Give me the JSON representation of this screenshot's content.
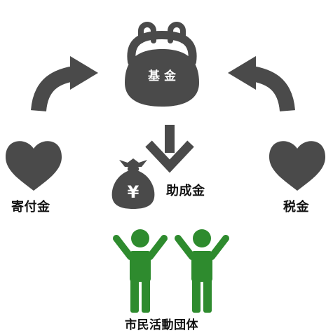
{
  "diagram": {
    "purse_label": "基 金",
    "left_source_label": "寄付金",
    "right_source_label": "税金",
    "grant_label": "助成金",
    "groups_label": "市民活動団体",
    "yen_symbol": "¥"
  },
  "colors": {
    "dark": "#4a4a4a",
    "green": "#2e8b2e",
    "white": "#ffffff",
    "text": "#111111"
  },
  "icons": [
    "coin-purse-icon",
    "curved-arrow-right-icon",
    "curved-arrow-left-icon",
    "down-arrow-icon",
    "heart-icon",
    "money-bag-icon",
    "person-raising-hands-icon"
  ]
}
